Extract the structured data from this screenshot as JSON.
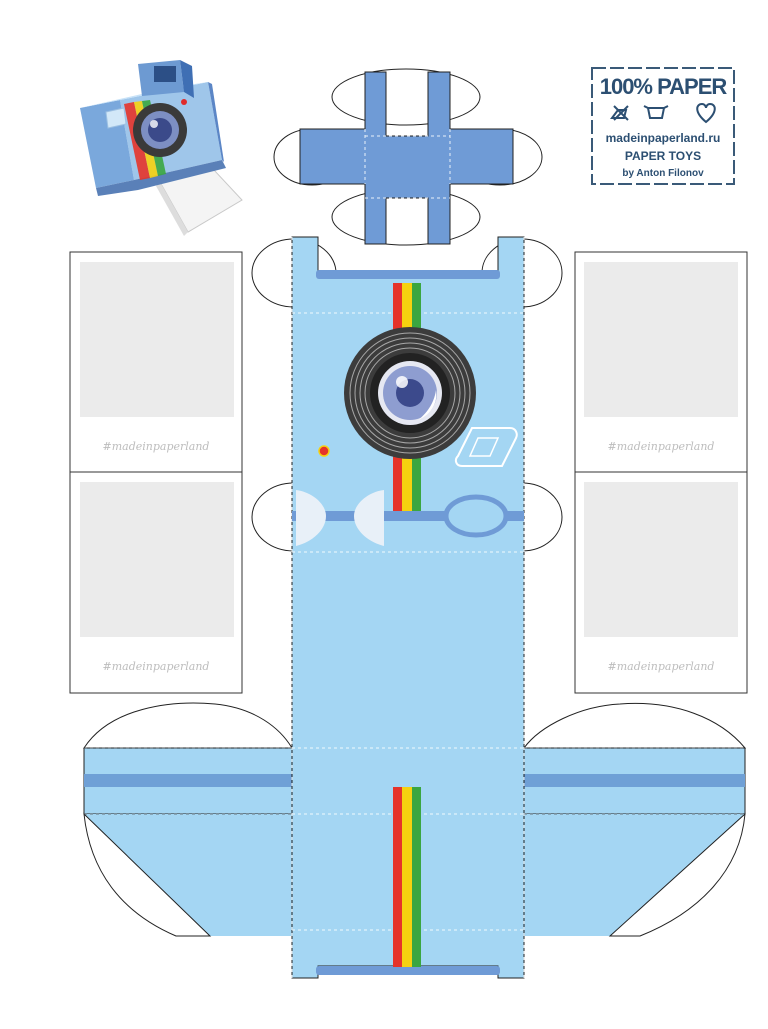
{
  "badge": {
    "title": "100% PAPER",
    "site": "madeinpaperland.ru",
    "subtitle": "PAPER TOYS",
    "author": "by Anton Filonov"
  },
  "photo_cards": [
    {
      "side": "left",
      "caption": "#madeinpaperland"
    },
    {
      "side": "left",
      "caption": "#madeinpaperland"
    },
    {
      "side": "right",
      "caption": "#madeinpaperland"
    },
    {
      "side": "right",
      "caption": "#madeinpaperland"
    }
  ],
  "colors": {
    "body_light": "#a4d6f3",
    "body_mid": "#6fa0d6",
    "body_dark": "#3f6fb4",
    "stripe_red": "#e5332a",
    "stripe_yellow": "#f5d20f",
    "stripe_green": "#3aa640",
    "photo_grey": "#ebebeb"
  },
  "icons": [
    "camera-preview-icon",
    "lens-icon",
    "flash-icon",
    "viewfinder-icon",
    "care-symbols-icon",
    "heart-icon"
  ]
}
